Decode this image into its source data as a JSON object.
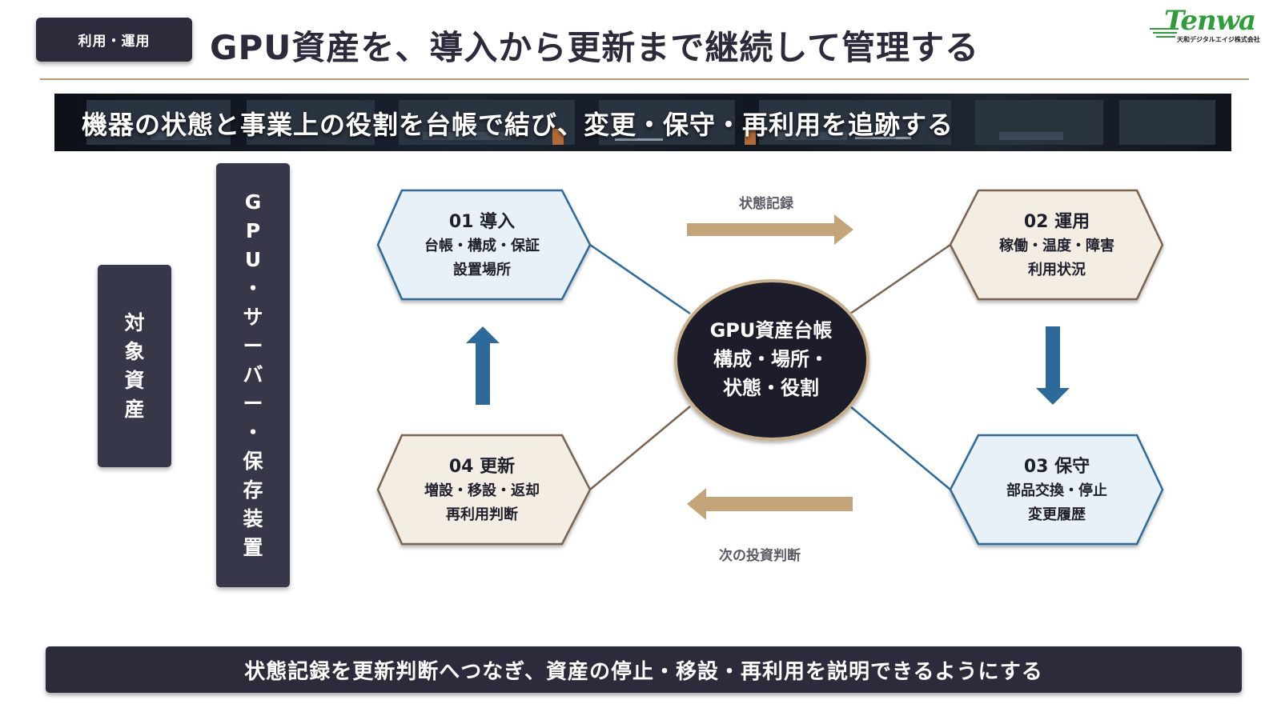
{
  "header": {
    "badge": "利用・運用",
    "title": "GPU資産を、導入から更新まで継続して管理する"
  },
  "logo": {
    "word": "Tenwa",
    "sub": "天和デジタルエイジ株式会社"
  },
  "banner": {
    "text": "機器の状態と事業上の役割を台帳で結び、変更・保守・再利用を追跡する"
  },
  "side": {
    "target_label": [
      "対",
      "象",
      "資",
      "産"
    ],
    "assets_label": [
      "G",
      "P",
      "U",
      "・",
      "サ",
      "ー",
      "バ",
      "ー",
      "・",
      "保",
      "存",
      "装",
      "置"
    ]
  },
  "diagram": {
    "center": {
      "lines": [
        "GPU資産台帳",
        "構成・場所・",
        "状態・役割"
      ]
    },
    "nodes": {
      "n01": {
        "title": "01  導入",
        "lines": [
          "台帳・構成・保証",
          "設置場所"
        ]
      },
      "n02": {
        "title": "02  運用",
        "lines": [
          "稼働・温度・障害",
          "利用状況"
        ]
      },
      "n03": {
        "title": "03  保守",
        "lines": [
          "部品交換・停止",
          "変更履歴"
        ]
      },
      "n04": {
        "title": "04  更新",
        "lines": [
          "増設・移設・返却",
          "再利用判断"
        ]
      }
    },
    "arrow_labels": {
      "top": "状態記録",
      "bottom": "次の投資判断"
    },
    "colors": {
      "blue_fill": "#e8f1f8",
      "blue_stroke": "#2d6a9a",
      "beige_fill": "#f3ede4",
      "beige_stroke": "#7a6450",
      "arrow_tan": "#c4a57a",
      "arrow_blue": "#2d6a9a",
      "center_fill": "#1f1f2c",
      "center_ring": "#c9b08c"
    }
  },
  "footer": {
    "text": "状態記録を更新判断へつなぎ、資産の停止・移設・再利用を説明できるようにする"
  }
}
